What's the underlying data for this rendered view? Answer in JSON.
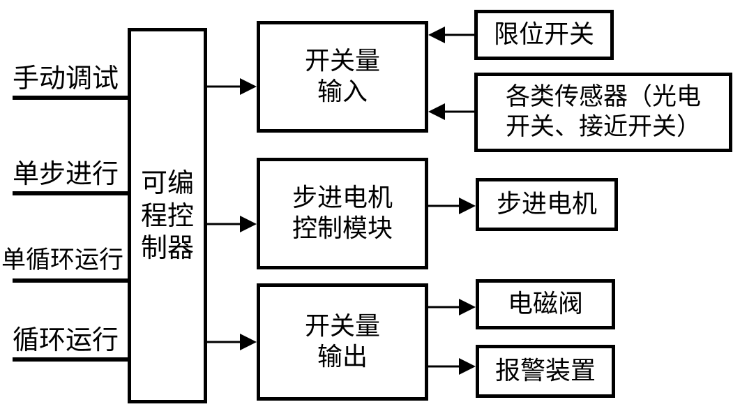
{
  "inputs": {
    "manual_debug": "手动调试",
    "single_step": "单步进行",
    "single_cycle": "单循环运行",
    "cycle_run": "循环运行"
  },
  "plc": {
    "label": "可编\n程控\n制器"
  },
  "modules": {
    "switch_input": "开关量\n输入",
    "stepper_control": "步进电机\n控制模块",
    "switch_output": "开关量\n输出"
  },
  "devices": {
    "limit_switch": "限位开关",
    "sensors": "各类传感器（光电\n开关、接近开关）",
    "stepper_motor": "步进电机",
    "solenoid_valve": "电磁阀",
    "alarm_device": "报警装置"
  }
}
